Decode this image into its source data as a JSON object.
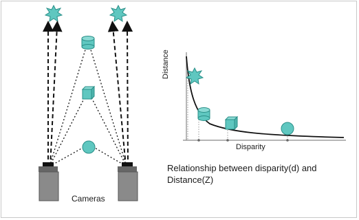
{
  "diagram": {
    "cameras_label": "Cameras",
    "caption": "Relationship between disparity(d) and Distance(Z)",
    "graph": {
      "y_axis_label": "Distance",
      "x_axis_label": "Disparity"
    }
  },
  "colors": {
    "object_fill": "#5fc7c0",
    "object_stroke": "#2a8f88",
    "camera_body": "#8a8a8a",
    "line": "#111111"
  },
  "icons": [
    "star-target-icon",
    "cylinder-object-icon",
    "cube-object-icon",
    "sphere-object-icon",
    "camera-icon"
  ]
}
